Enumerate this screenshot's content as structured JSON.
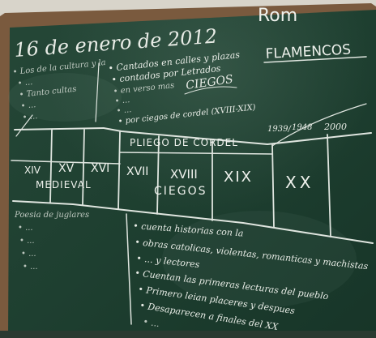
{
  "board": {
    "top_right": "Rom",
    "date": "16 de enero de 2012",
    "subtitle_right": "FLAMENCOS",
    "left_notes": [
      "• Los de la cultura y la",
      "• ...",
      "• Tanto cultas",
      "• ...",
      "• ..."
    ],
    "center_notes": [
      "• Cantados en calles y plazas",
      "• contados por Letrados",
      "CIEGOS",
      "• en verso mas",
      "• ...",
      "• ...",
      "• por ciegos de cordel (XVIII-XIX)"
    ],
    "pliego": "PLIEGO DE CORDEL",
    "years": [
      "1939/",
      "1948",
      "2000"
    ],
    "centuries": [
      "XIV",
      "XV",
      "XVI",
      "XVII",
      "XVIII",
      "XIX",
      "XX"
    ],
    "medieval": "MEDIEVAL",
    "ciegos": "CIEGOS",
    "bottom_left": [
      "Poesia de juglares",
      "• ...",
      "• ...",
      "• ...",
      "• ..."
    ],
    "bottom_right": [
      "• cuenta historias con la",
      "• obras catolicas, violentas, romanticas y machistas",
      "• ... y lectores",
      "• Cuentan las primeras lecturas del pueblo",
      "• Primero leian placeres y despues",
      "• Desaparecen a finales del XX",
      "• ..."
    ]
  }
}
